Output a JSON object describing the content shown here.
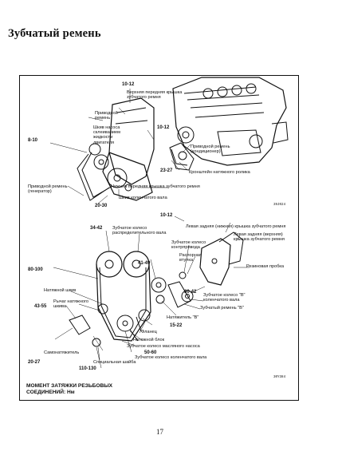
{
  "page": {
    "title": "Зубчатый   ремень",
    "page_number": "17"
  },
  "diagram_top": {
    "labels": {
      "torque_a": "10-12",
      "upper_cover": "Верхняя передняя крышка\nзубчатого ремня",
      "drive_belt": "Приводной\nремень",
      "pump_pulley": "Шкив насоса\nсклеиванием\nжидкости\nдвигателя",
      "torque_b": "8-10",
      "torque_c": "10-12",
      "drive_belt_ac": "Приводной ремень\n(кондиционер)",
      "tensioner_bracket": "Кронштейн натяжного ролика",
      "torque_d": "23-27",
      "lower_cover": "Нижняя передняя крышка зубчатого ремня",
      "drive_belt_gen": "Приводной ремень\n(генератор)",
      "crank_pulley": "Шкив коленчатого вала",
      "torque_e": "20-30",
      "fig_code": "39J024"
    }
  },
  "diagram_bottom": {
    "labels": {
      "torque_f": "10-12",
      "left_rear_lower": "Левая задняя (нижняя) крышка зубчатого ремня",
      "left_rear_upper": "Левая задняя (верхняя)\nкрышка зубчатого ремня",
      "torque_g": "34-42",
      "cam_sprocket": "Зубчатое колесо\nраспределительного вала",
      "drive_sprocket": "Зубчатое колесо\nконтрпривода",
      "spacer": "Распорная\nвтулка",
      "rubber_plug": "Резиновая пробка",
      "torque_h": "41-49",
      "torque_i": "80-100",
      "tension_pulley": "Натяжной шкив",
      "tension_lever": "Рычаг натяжного\nшкива",
      "torque_j": "43-55",
      "sprocket_b_crank": "Зубчатое колесо \"B\"\nколенчатого вала",
      "torque_k": "30-42",
      "belt_b": "Зубчатый ремень \"B\"",
      "tensioner_b": "Натяжитель \"B\"",
      "torque_l": "15-22",
      "flange": "Фланец",
      "tension_block": "Натяжной блок",
      "oil_pump_sprocket": "Зубчатое колесо масляного насоса",
      "torque_m": "50-60",
      "crank_sprocket": "Зубчатое колесо коленчатого вала",
      "auto_tensioner": "Самонатяжитель",
      "torque_n": "20-27",
      "special_washer": "Специальная шайба",
      "torque_o": "110-130",
      "fig_code": "30Y384"
    }
  },
  "footer": {
    "line1": "МОМЕНТ   ЗАТЯЖКИ РЕЗЬБОВЫХ",
    "line2": "СОЕДИНЕНИЙ: Нм"
  }
}
